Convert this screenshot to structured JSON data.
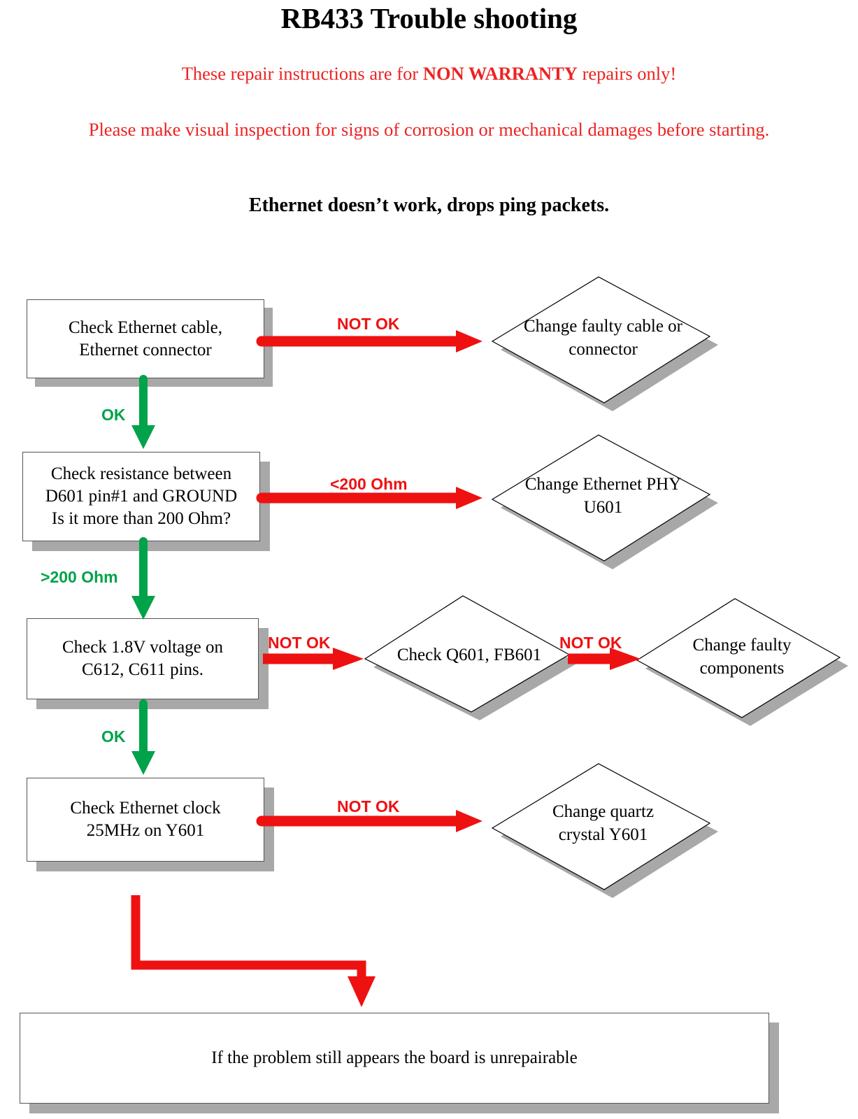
{
  "header": {
    "title": "RB433 Trouble shooting",
    "warning_line1_pre": "These repair instructions are for ",
    "warning_line1_strong": "NON WARRANTY",
    "warning_line1_post": " repairs only!",
    "warning_line2": "Please make visual inspection for signs of corrosion or mechanical damages before starting.",
    "subject": "Ethernet  doesn’t work, drops ping packets."
  },
  "colors": {
    "red": "#ee1111",
    "green": "#00a24a",
    "warning_text": "#ee2222",
    "shadow": "#a8a8a8",
    "box_border": "#555555",
    "diamond_border": "#000000",
    "background": "#ffffff"
  },
  "flow": {
    "steps": [
      {
        "id": "check-ethernet-cable",
        "text_line1": "Check Ethernet cable,",
        "text_line2": "Ethernet connector"
      },
      {
        "id": "check-resistance",
        "text_line1": "Check resistance between",
        "text_line2": "D601 pin#1 and GROUND",
        "text_line3": "Is it more than 200 Ohm?"
      },
      {
        "id": "check-1v8",
        "text_line1": "Check 1.8V voltage on",
        "text_line2": "C612, C611 pins."
      },
      {
        "id": "check-ethernet-clock",
        "text_line1": "Check Ethernet clock",
        "text_line2": "25MHz on Y601"
      }
    ],
    "decisions": [
      {
        "id": "change-faulty-cable",
        "text_line1": "Change faulty cable or",
        "text_line2": "connector"
      },
      {
        "id": "change-ethernet-phy",
        "text_line1": "Change Ethernet PHY",
        "text_line2": "U601"
      },
      {
        "id": "check-q601-fb601",
        "text_line1": "Check Q601, FB601",
        "text_line2": ""
      },
      {
        "id": "change-faulty-components",
        "text_line1": "Change faulty",
        "text_line2": "components"
      },
      {
        "id": "change-quartz-crystal",
        "text_line1": "Change quartz",
        "text_line2": "crystal Y601"
      }
    ],
    "edge_labels": {
      "not_ok_1": "NOT OK",
      "ok_1": "OK",
      "less_200_ohm": "<200 Ohm",
      "more_200_ohm": ">200 Ohm",
      "not_ok_2": "NOT OK",
      "not_ok_3": "NOT OK",
      "ok_2": "OK",
      "not_ok_4": "NOT OK"
    },
    "terminal": {
      "id": "board-unrepairable",
      "text": "If the problem still appears the board is unrepairable"
    }
  }
}
